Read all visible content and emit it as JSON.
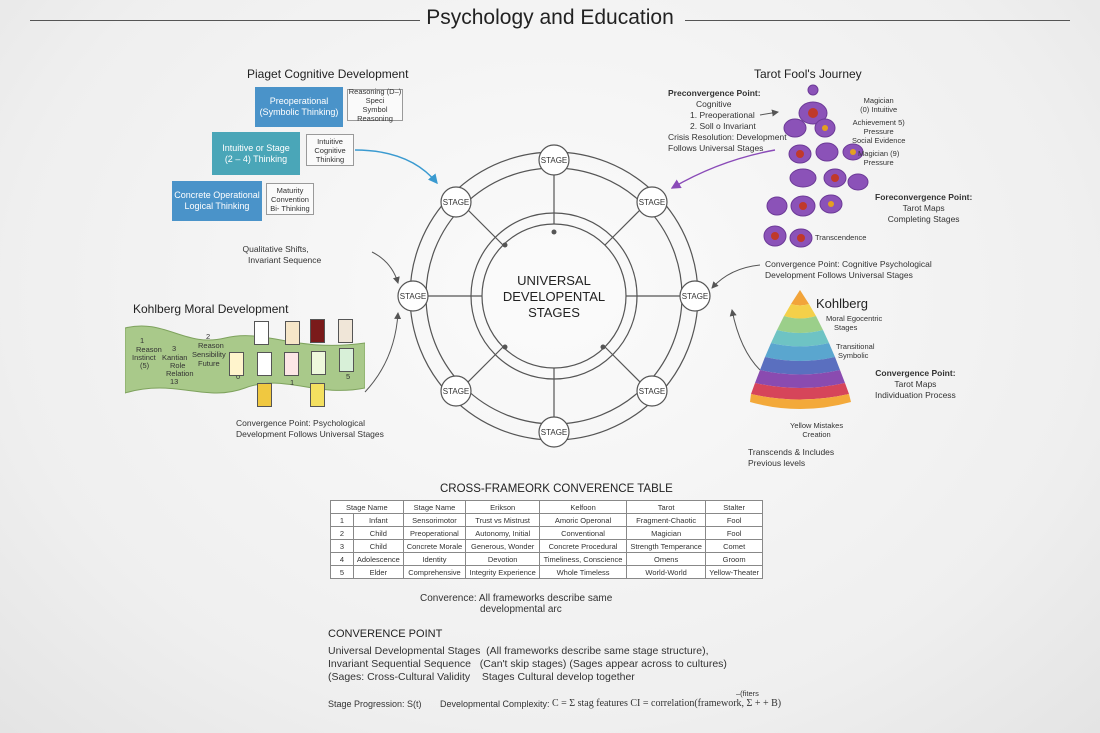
{
  "page_title": "Psychology and Education",
  "piaget": {
    "title": "Piaget Cognitive Development",
    "boxes": [
      {
        "line1": "Preoperational",
        "line2": "(Symbolic Thinking)",
        "note": [
          "Reasoning (D–)",
          "Speci",
          "Symbol Reasoning"
        ]
      },
      {
        "line1": "Intuitive or Stage",
        "line2": "(2 – 4) Thinking",
        "note": [
          "Intuitive",
          "Cognitive",
          "Thinking"
        ]
      },
      {
        "line1": "Concrete Operational",
        "line2": "Logical Thinking",
        "note": [
          "Maturity",
          "Convention",
          "Bi- Thinking"
        ]
      }
    ],
    "shifts": [
      "Qualitative Shifts,",
      "Invariant Sequence"
    ]
  },
  "kohlberg_moral": {
    "title": "Kohlberg Moral Development",
    "band_labels": [
      "1",
      "Reason",
      "Instinct",
      "(5)",
      "3",
      "Kantian",
      "Role",
      "Relation",
      "13",
      "2",
      "Reason",
      "Sensibility",
      "Future",
      "0",
      "1",
      "5"
    ],
    "convergence": [
      "Convergence Point: Psychological",
      "Development Follows Universal Stages"
    ]
  },
  "center": {
    "label_lines": [
      "UNIVERSAL",
      "DEVELOPENTAL",
      "STAGES"
    ],
    "stage_label": "STAGE"
  },
  "tarot": {
    "title": "Tarot Fool's Journey",
    "convergence": [
      "Preconvergence Point:",
      "Cognitive",
      "1. Preoperational",
      "2. Soll o Invariant",
      "Crisis Resolution: Development",
      "Follows Universal Stages"
    ],
    "right_notes": [
      "Magician",
      "(0) Intuitive",
      "Achievement 5)",
      "Pressure",
      "Social Evidence",
      "Magician (9)",
      "Pressure"
    ],
    "bottom_label": "Transcendence",
    "point": [
      "Foreconvergence Point:",
      "Tarot Maps",
      "Completing Stages"
    ]
  },
  "convergence_right": [
    "Convergence Point: Cognitive Psychological",
    "Development Follows Universal Stages"
  ],
  "kohlberg_right": {
    "title": "Kohlberg",
    "labels": [
      "Moral Egocentric",
      "Stages",
      "Transitional",
      "Symbolic"
    ],
    "point": [
      "Convergence Point:",
      "Tarot Maps",
      "Individuation Process"
    ],
    "yellow_note": [
      "Yellow Mistakes",
      "Creation"
    ],
    "transcends": [
      "Transcends & Includes",
      "Previous levels"
    ]
  },
  "table": {
    "title": "CROSS-FRAMEORK CONVERENCE TABLE",
    "headers": [
      "Stage Name",
      "Stage Name",
      "Erikson",
      "Kelfoon",
      "Tarot",
      "Stalter"
    ],
    "rows": [
      [
        "1",
        "Infant",
        "Sensorimotor",
        "Trust vs Mistrust",
        "Amoric Operonal",
        "Fragment-Chaotic",
        "Fool"
      ],
      [
        "2",
        "Child",
        "Preoperational",
        "Autonomy, Initial",
        "Conventional",
        "Magician",
        "Fool"
      ],
      [
        "3",
        "Child",
        "Concrete Morale",
        "Generous, Wonder",
        "Concrete Procedural",
        "Strength Temperance",
        "Comet"
      ],
      [
        "4",
        "Adolescence",
        "Identity",
        "Devotion",
        "Timeliness, Conscience",
        "Omens",
        "Groom"
      ],
      [
        "5",
        "Elder",
        "Comprehensive",
        "Integrity Experience",
        "Whole Timeless",
        "World-World",
        "Yellow-Theater"
      ]
    ]
  },
  "convergence_caption": [
    "Converence: All frameworks describe same",
    "developmental arc"
  ],
  "convergence_point": {
    "title": "CONVERENCE POINT",
    "lines": [
      {
        "a": "Universal Developmental Stages",
        "b": "(All frameworks describe same stage structure),"
      },
      {
        "a": "Invariant Sequential Sequence",
        "b": "(Can't skip stages) (Sages appear across to cultures)"
      },
      {
        "a": "(Sages: Cross-Cultural Validity",
        "b": "Stages Cultural develop together"
      }
    ]
  },
  "formula": {
    "stage": "Stage Progression: S(t)",
    "complexity": "Developmental Complexity:",
    "expr": "C = Σ stag features  CI = correlation(framework, Σ + + B)",
    "sup": "–(fiters"
  }
}
